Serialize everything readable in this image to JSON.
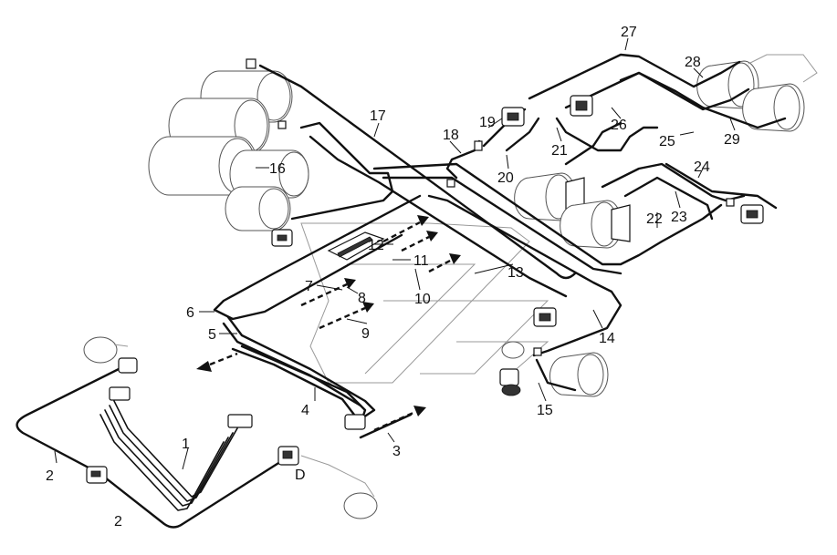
{
  "labels": {
    "l1": "1",
    "l2a": "2",
    "l2b": "2",
    "l3": "3",
    "l4": "4",
    "l5": "5",
    "l6": "6",
    "l7": "7",
    "l8": "8",
    "l9": "9",
    "l10": "10",
    "l11": "11",
    "l12": "12",
    "l13": "13",
    "l14": "14",
    "l15": "15",
    "l16": "16",
    "l17": "17",
    "l18": "18",
    "l19": "19",
    "l20": "20",
    "l21": "21",
    "l22": "22",
    "l23": "23",
    "l24": "24",
    "l25": "25",
    "l26": "26",
    "l27": "27",
    "l28": "28",
    "l29": "29",
    "lD": "D"
  }
}
